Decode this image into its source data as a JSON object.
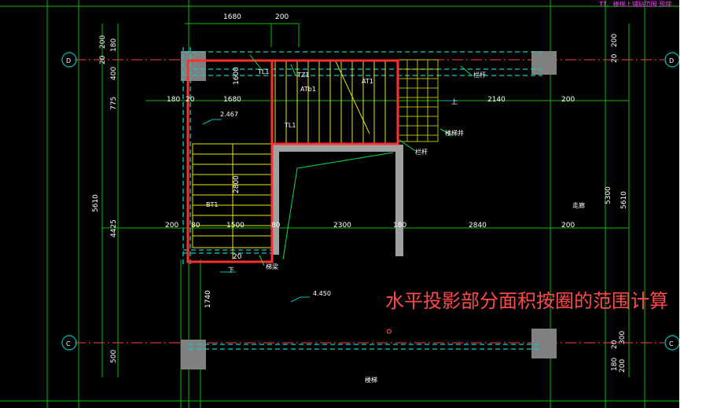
{
  "axes": {
    "D": "D",
    "C": "C"
  },
  "annotation": {
    "text": "水平投影部分面积按圈的范围计算",
    "tail": "。"
  },
  "corner_note": "TT、楼梯上铺贴范围 预埋",
  "dims": {
    "top_1680": "1680",
    "top_200": "200",
    "left_200": "200",
    "left_180": "180",
    "left_20": "20",
    "left_400": "400",
    "left_775": "775",
    "left_5610": "5610",
    "left_4425": "4425",
    "left_1740": "1740",
    "left_500": "500",
    "mid_180": "180",
    "mid_20": "20",
    "mid_1680": "1680",
    "mid_2140": "2140",
    "mid_200": "200",
    "v_1600": "1600",
    "v_2800": "2800",
    "row2_200": "200",
    "row2_80": "80",
    "row2_1500": "1500",
    "row2_80b": "80",
    "row2_2300": "2300",
    "row2_180": "180",
    "row2_2840": "2840",
    "row2_200b": "200",
    "right_5610": "5610",
    "right_5300": "5300",
    "right_200": "200",
    "right_20": "20",
    "right_300": "300",
    "right_180": "180",
    "right_200b": "200",
    "right_20b": "20",
    "bot_20": "20"
  },
  "labels": {
    "tl1": "TL1",
    "tz1": "TZ1",
    "ath1": "ATb1",
    "at1": "AT1",
    "tl1b": "TL1",
    "bt1": "BT1",
    "up": "上",
    "down": "下",
    "lvl_2467": "2.467",
    "lvl_4450": "4.450",
    "corridor": "走廊",
    "stairwell": "楼梯",
    "handrail": "栏杆",
    "handrail2": "栏杆",
    "hatch": "楼梯井",
    "beam": "梯梁"
  }
}
